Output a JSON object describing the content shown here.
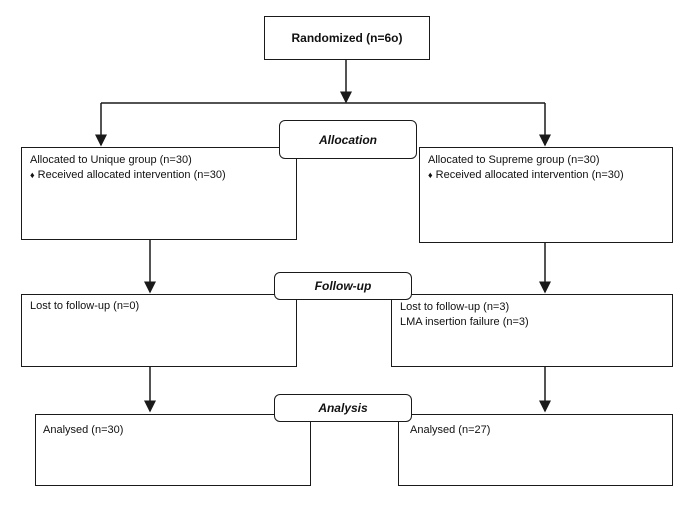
{
  "randomized": {
    "label": "Randomized (n=6o)"
  },
  "stages": {
    "allocation": "Allocation",
    "follow_up": "Follow-up",
    "analysis": "Analysis"
  },
  "left": {
    "allocated": "Allocated to Unique group (n=30)",
    "received": "Received allocated intervention (n=30)",
    "lost": "Lost to follow-up (n=0)",
    "analysed": "Analysed (n=30)"
  },
  "right": {
    "allocated": "Allocated to Supreme group (n=30)",
    "received": "Received allocated intervention (n=30)",
    "lost": "Lost to follow-up (n=3)",
    "failure": "LMA insertion failure (n=3)",
    "analysed": "Analysed (n=27)"
  },
  "bullet": "♦"
}
